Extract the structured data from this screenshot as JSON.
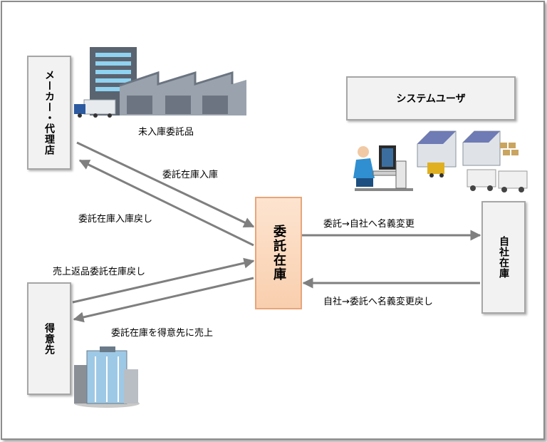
{
  "boxes": {
    "maker": "メーカー・代理店",
    "customer": "得意先",
    "consignment": "委託在庫",
    "own_stock": "自社在庫",
    "system_user": "システムユーザ"
  },
  "labels": {
    "unreceived": "未入庫委託品",
    "receive": "委託在庫入庫",
    "receive_return": "委託在庫入庫戻し",
    "sales_return": "売上返品委託在庫戻し",
    "sell": "委託在庫を得意先に売上",
    "to_own": "委託→自社へ名義変更",
    "to_own_return": "自社→委託へ名義変更戻し"
  },
  "icons": [
    "factory-icon",
    "truck-icon",
    "office-building-icon",
    "computer-user-icon",
    "warehouse-icon"
  ],
  "colors": {
    "arrow": "#7f7f7f",
    "center_fill": "#fbd9bf",
    "center_border": "#e8a57a",
    "box_fill": "#f2f2f2"
  }
}
